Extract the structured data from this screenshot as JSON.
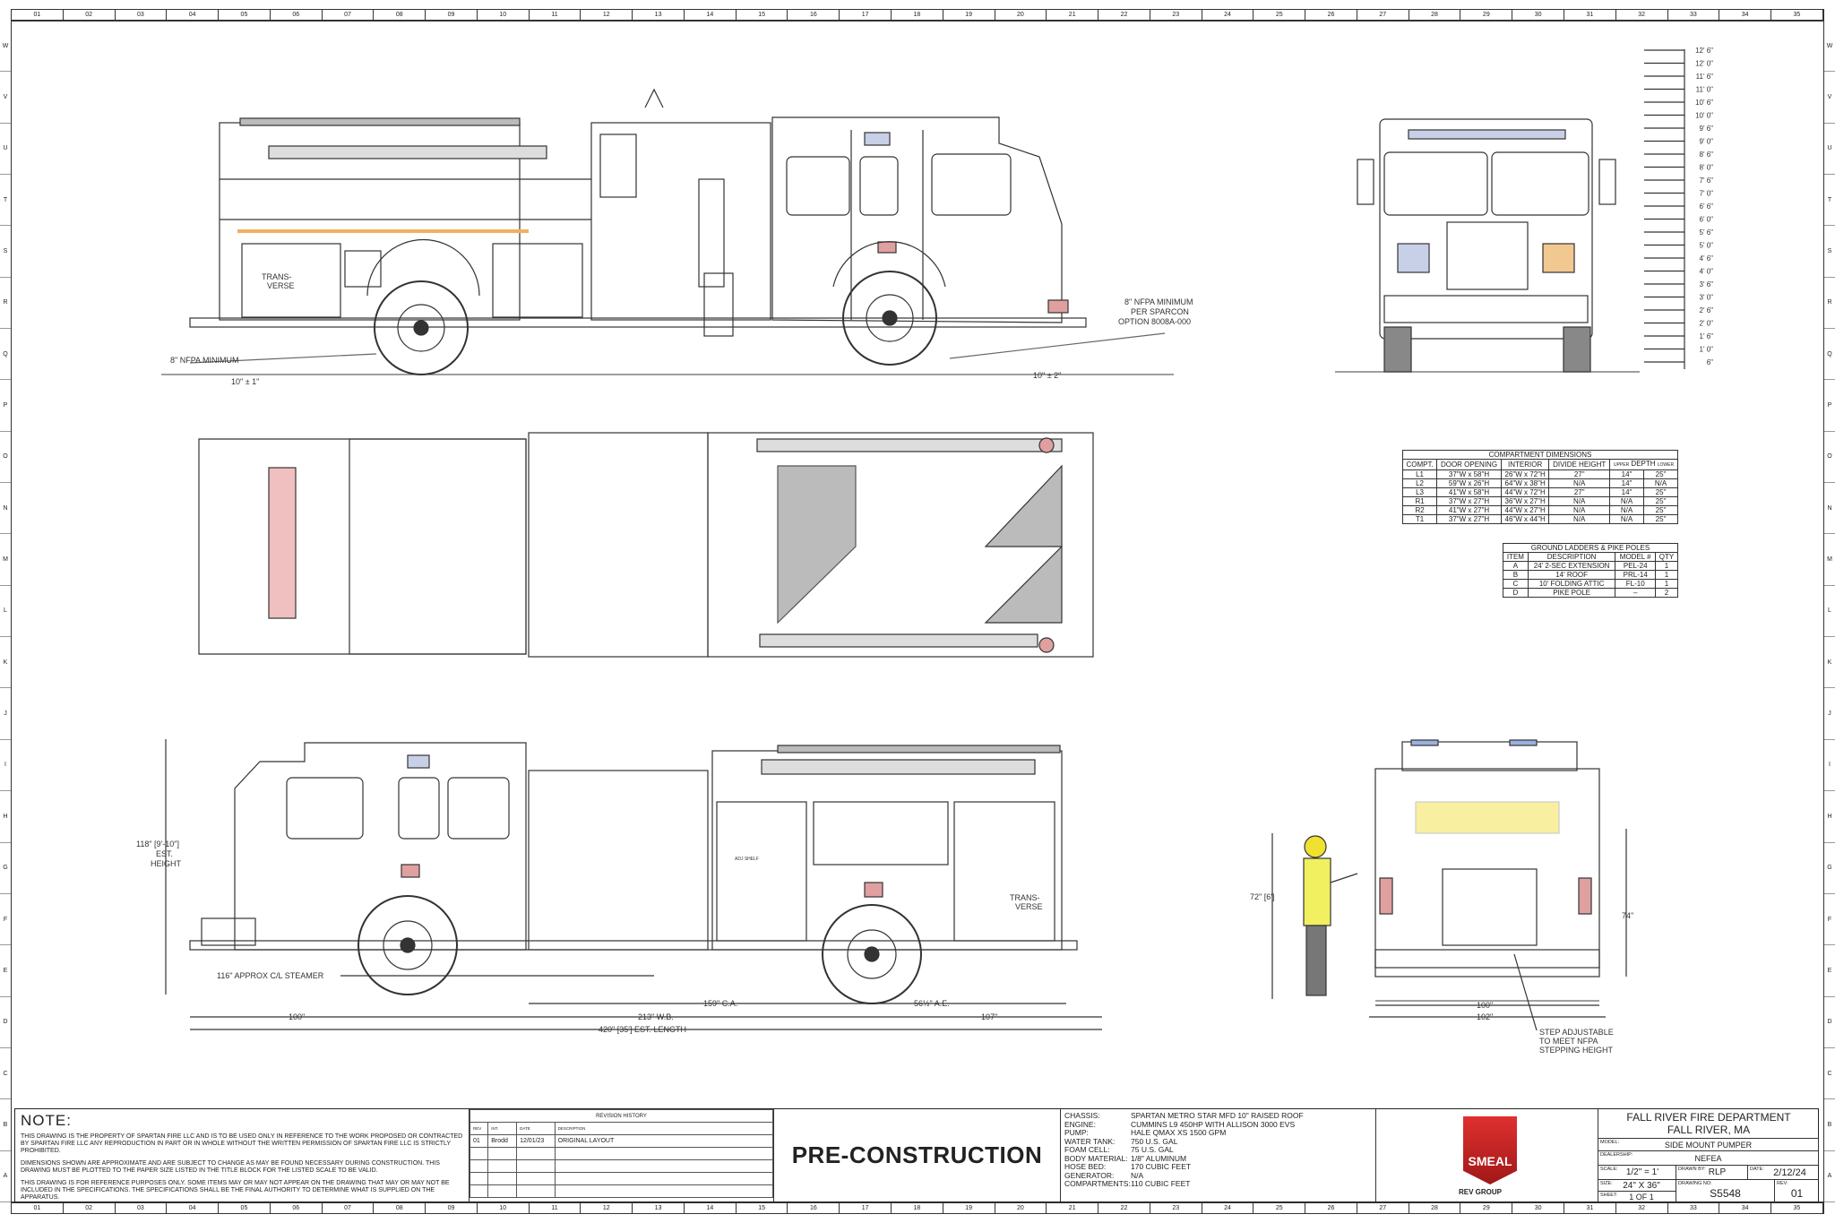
{
  "grid": {
    "columns": [
      "01",
      "02",
      "03",
      "04",
      "05",
      "06",
      "07",
      "08",
      "09",
      "10",
      "11",
      "12",
      "13",
      "14",
      "15",
      "16",
      "17",
      "18",
      "19",
      "20",
      "21",
      "22",
      "23",
      "24",
      "25",
      "26",
      "27",
      "28",
      "29",
      "30",
      "31",
      "32",
      "33",
      "34",
      "35"
    ],
    "rows": [
      "W",
      "V",
      "U",
      "T",
      "S",
      "R",
      "Q",
      "P",
      "O",
      "N",
      "M",
      "L",
      "K",
      "J",
      "I",
      "H",
      "G",
      "F",
      "E",
      "D",
      "C",
      "B",
      "A"
    ]
  },
  "side_view_top": {
    "compartment_label": "TRANS-\nVERSE",
    "rear_clearance": "8\" NFPA MINIMUM",
    "rear_tolerance": "10\" ± 1\"",
    "front_clearance_1": "8\" NFPA MINIMUM",
    "front_clearance_2": "PER SPARCON",
    "front_clearance_3": "OPTION 8008A-000",
    "front_tolerance": "10\" ± 2\""
  },
  "height_scale": [
    "12' 6\"",
    "12' 0\"",
    "11' 6\"",
    "11' 0\"",
    "10' 6\"",
    "10' 0\"",
    "9' 6\"",
    "9' 0\"",
    "8' 6\"",
    "8' 0\"",
    "7' 6\"",
    "7' 0\"",
    "6' 6\"",
    "6' 0\"",
    "5' 6\"",
    "5' 0\"",
    "4' 6\"",
    "4' 0\"",
    "3' 6\"",
    "3' 0\"",
    "2' 6\"",
    "2' 0\"",
    "1' 6\"",
    "1' 0\"",
    "6\""
  ],
  "compartment_table": {
    "title": "COMPARTMENT DIMENSIONS",
    "headers": [
      "COMPT.",
      "DOOR OPENING",
      "INTERIOR",
      "DIVIDE HEIGHT",
      "DEPTH"
    ],
    "depth_sub": [
      "UPPER",
      "LOWER"
    ],
    "rows": [
      [
        "L1",
        "37\"W x 58\"H",
        "26\"W x 72\"H",
        "27\"",
        "14\"",
        "25\""
      ],
      [
        "L2",
        "59\"W x 26\"H",
        "64\"W x 38\"H",
        "N/A",
        "14\"",
        "N/A"
      ],
      [
        "L3",
        "41\"W x 58\"H",
        "44\"W x 72\"H",
        "27\"",
        "14\"",
        "25\""
      ],
      [
        "R1",
        "37\"W x 27\"H",
        "36\"W x 27\"H",
        "N/A",
        "N/A",
        "25\""
      ],
      [
        "R2",
        "41\"W x 27\"H",
        "44\"W x 27\"H",
        "N/A",
        "N/A",
        "25\""
      ],
      [
        "T1",
        "37\"W x 27\"H",
        "46\"W x 44\"H",
        "N/A",
        "N/A",
        "25\""
      ]
    ]
  },
  "ladder_table": {
    "title": "GROUND LADDERS & PIKE POLES",
    "headers": [
      "ITEM",
      "DESCRIPTION",
      "MODEL #",
      "QTY"
    ],
    "rows": [
      [
        "A",
        "24' 2-SEC EXTENSION",
        "PEL-24",
        "1"
      ],
      [
        "B",
        "14' ROOF",
        "PRL-14",
        "1"
      ],
      [
        "C",
        "10' FOLDING ATTIC",
        "FL-10",
        "1"
      ],
      [
        "D",
        "PIKE POLE",
        "–",
        "2"
      ]
    ]
  },
  "side_view_bottom": {
    "height": "118\" [9'-10\"]",
    "height_2": "EST.",
    "height_3": "HEIGHT",
    "steamer": "116\" APPROX C/L STEAMER",
    "ca": "159\" C.A.",
    "ae": "56½\" A.E.",
    "front_overhang": "100\"",
    "wheelbase": "213\" W.B.",
    "rear_overhang": "107\"",
    "length": "420\" [35'] EST. LENGTH",
    "compartment_label": "TRANS-\nVERSE",
    "shelf_label": "ADJ SHELF"
  },
  "rear_view": {
    "person_height": "72\" [6']",
    "height": "74\"",
    "width_1": "100\"",
    "width_2": "102\"",
    "step_1": "STEP ADJUSTABLE",
    "step_2": "TO MEET NFPA",
    "step_3": "STEPPING HEIGHT"
  },
  "notes": {
    "title": "NOTE:",
    "paragraphs": [
      "THIS DRAWING IS THE PROPERTY OF SPARTAN FIRE LLC AND IS TO BE USED ONLY IN REFERENCE TO THE WORK PROPOSED OR CONTRACTED BY SPARTAN FIRE LLC ANY REPRODUCTION IN PART OR IN WHOLE WITHOUT THE WRITTEN PERMISSION OF SPARTAN FIRE LLC IS STRICTLY PROHIBITED.",
      "DIMENSIONS SHOWN ARE APPROXIMATE AND ARE SUBJECT TO CHANGE AS MAY BE FOUND NECESSARY DURING CONSTRUCTION. THIS DRAWING MUST BE PLOTTED TO THE PAPER SIZE LISTED IN THE TITLE BLOCK FOR THE LISTED SCALE TO BE VALID.",
      "THIS DRAWING IS FOR REFERENCE PURPOSES ONLY. SOME ITEMS MAY OR MAY NOT APPEAR ON THE DRAWING THAT MAY OR MAY NOT BE INCLUDED IN THE SPECIFICATIONS. THE SPECIFICATIONS SHALL BE THE FINAL AUTHORITY TO DETERMINE WHAT IS SUPPLIED ON THE APPARATUS."
    ]
  },
  "revision_history": {
    "title": "REVISION HISTORY",
    "headers": [
      "REV",
      "INT.",
      "DATE",
      "DESCRIPTION"
    ],
    "rows": [
      [
        "01",
        "Brodd",
        "12/01/23",
        "ORIGINAL LAYOUT"
      ]
    ]
  },
  "stamp": "PRE-CONSTRUCTION",
  "specs": [
    [
      "CHASSIS:",
      "SPARTAN METRO STAR MFD 10\" RAISED ROOF"
    ],
    [
      "ENGINE:",
      "CUMMINS L9 450HP WITH ALLISON 3000 EVS"
    ],
    [
      "PUMP:",
      "HALE QMAX XS 1500 GPM"
    ],
    [
      "WATER TANK:",
      "750 U.S. GAL"
    ],
    [
      "FOAM CELL:",
      "75 U.S. GAL"
    ],
    [
      "BODY MATERIAL:",
      "1/8\" ALUMINUM"
    ],
    [
      "HOSE BED:",
      "170 CUBIC FEET"
    ],
    [
      "GENERATOR:",
      "N/A"
    ],
    [
      "COMPARTMENTS:",
      "110 CUBIC FEET"
    ]
  ],
  "logo": {
    "brand": "SMEAL",
    "group": "REV GROUP",
    "brand_color": "#d2232a"
  },
  "title_block": {
    "customer": "FALL RIVER FIRE DEPARTMENT",
    "location": "FALL RIVER, MA",
    "model_label": "MODEL:",
    "model": "SIDE MOUNT PUMPER",
    "dealer_label": "DEALERSHIP:",
    "dealer": "NEFEA",
    "scale_label": "SCALE:",
    "scale": "1/2\" = 1'",
    "drawn_label": "DRAWN BY:",
    "drawn": "RLP",
    "date_label": "DATE:",
    "date": "2/12/24",
    "size_label": "SIZE:",
    "size": "24\" X 36\"",
    "drawing_no_label": "DRAWING NO:",
    "drawing_no": "S5548",
    "rev_label": "REV:",
    "rev": "01",
    "sheet_label": "SHEET:",
    "sheet": "1 OF 1"
  }
}
